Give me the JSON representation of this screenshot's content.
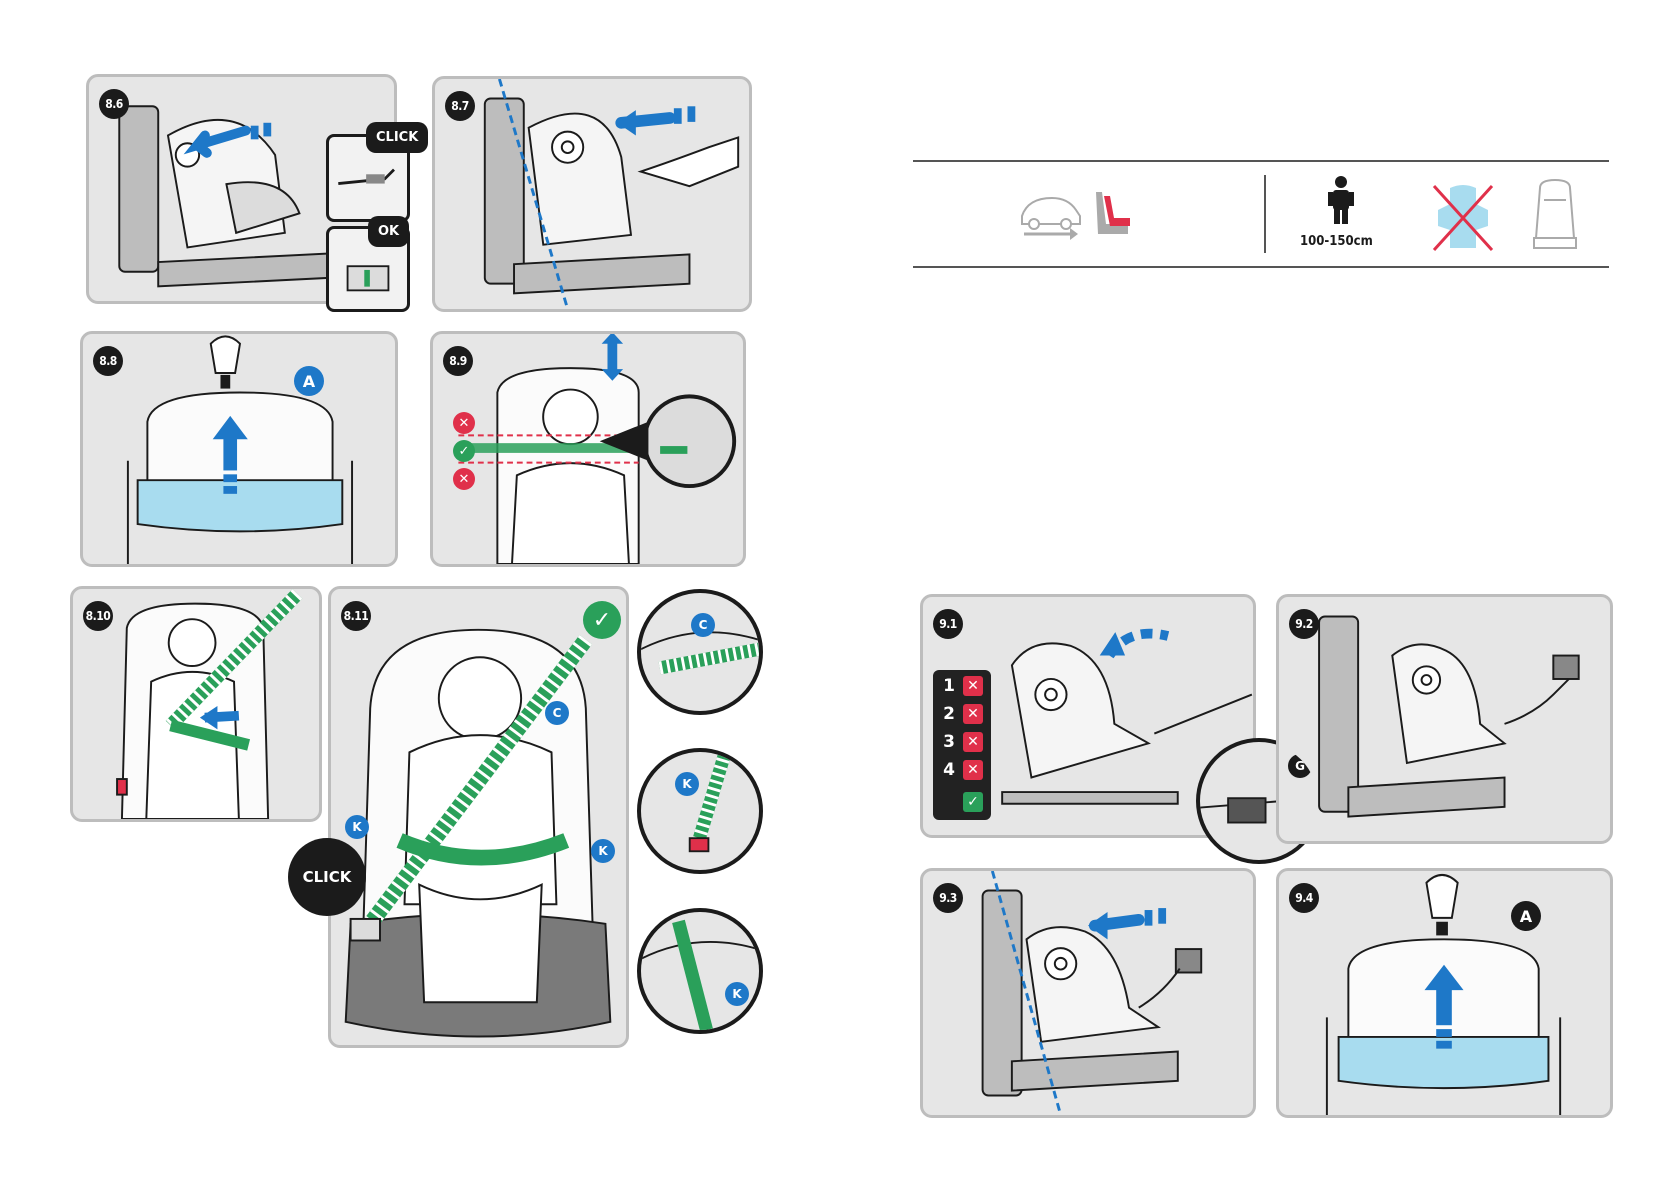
{
  "colors": {
    "panel_bg": "#e6e6e6",
    "panel_border": "#bdbdbd",
    "accent_blue": "#1e78c8",
    "belt_green": "#2aa05a",
    "error_red": "#e0304a",
    "cushion_blue": "#a8dcef"
  },
  "steps": {
    "s8_6": "8.6",
    "s8_7": "8.7",
    "s8_8": "8.8",
    "s8_9": "8.9",
    "s8_10": "8.10",
    "s8_11": "8.11",
    "s9_1": "9.1",
    "s9_2": "9.2",
    "s9_3": "9.3",
    "s9_4": "9.4"
  },
  "callouts": {
    "click": "CLICK",
    "ok": "OK",
    "click_big": "CLICK"
  },
  "letters": {
    "a": "A",
    "c": "C",
    "k": "K",
    "g": "G"
  },
  "checklist": {
    "rows": [
      {
        "num": "1",
        "mark": "✕"
      },
      {
        "num": "2",
        "mark": "✕"
      },
      {
        "num": "3",
        "mark": "✕"
      },
      {
        "num": "4",
        "mark": "✕"
      },
      {
        "num": "",
        "mark": "✓"
      }
    ]
  },
  "marks": {
    "wrong": "✕",
    "right": "✓"
  },
  "header_icons": {
    "installation": "car-forward-facing-seat-icon",
    "height": "child-height-icon",
    "no_insert": "no-newborn-insert-icon",
    "seat": "isofix-seat-icon",
    "height_label": "100-150cm"
  }
}
